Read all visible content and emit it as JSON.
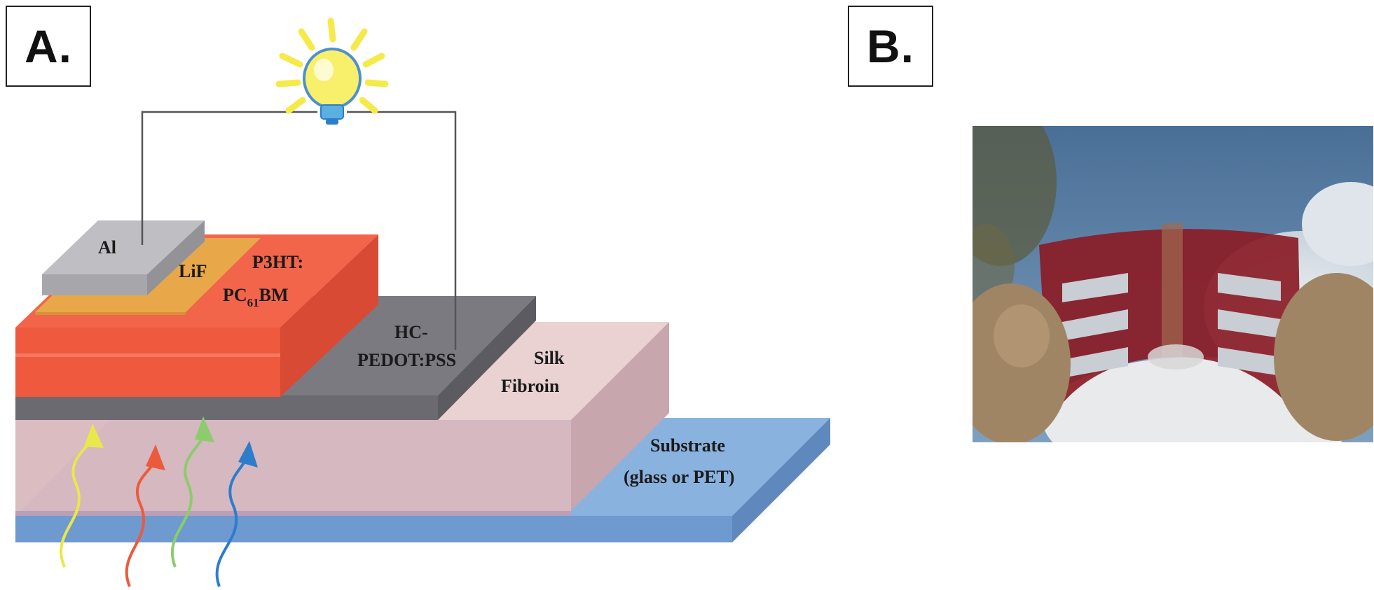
{
  "panels": {
    "a_label": "A.",
    "b_label": "B."
  },
  "layers": {
    "al": "Al",
    "lif": "LiF",
    "p3ht_line1": "P3HT:",
    "p3ht_line2_prefix": "PC",
    "p3ht_line2_sub": "61",
    "p3ht_line2_suffix": "BM",
    "hc_line1": "HC-",
    "hc_line2": "PEDOT:PSS",
    "silk_line1": "Silk",
    "silk_line2": "Fibroin",
    "substrate_line1": "Substrate",
    "substrate_line2": "(glass or PET)"
  },
  "colors": {
    "al": "#b9b9bd",
    "lif": "#e8a84a",
    "p3ht": "#f0593e",
    "pedot": "#6f6f74",
    "silk": "#e8c9c9",
    "substrate": "#8ab2de",
    "wire": "#555555",
    "bulb": "#f6e94a"
  },
  "light_arrows": [
    "#e8e84a",
    "#ec5a3c",
    "#8ccc6c",
    "#2e7ccc"
  ]
}
